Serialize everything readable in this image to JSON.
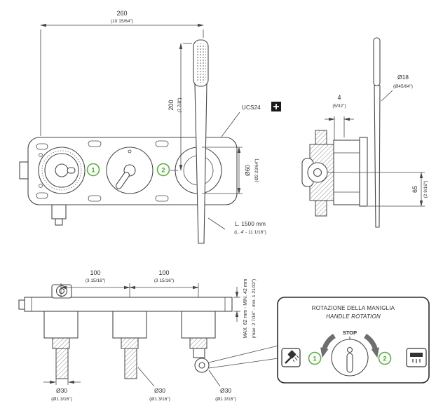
{
  "front_view": {
    "width_mm": "260",
    "width_in": "(10 15/64\")",
    "height_mm": "200",
    "height_in": "(7 7/8\")",
    "knob_diameter_mm": "Ø60",
    "knob_diameter_in": "(Ø2 23/64\")",
    "model_label": "UCS24",
    "hose_length": "L. 1500 mm",
    "hose_length_in": "(L. 4' - 11 1/16\")",
    "callout_1": "1",
    "callout_2": "2"
  },
  "side_view": {
    "gap_mm": "4",
    "gap_in": "(5/32\")",
    "wand_diameter_mm": "Ø18",
    "wand_diameter_in": "(Ø45/64\")",
    "offset_mm": "65",
    "offset_in": "(2 9/16\")"
  },
  "bottom_view": {
    "spacing_left_mm": "100",
    "spacing_left_in": "(3 15/16\")",
    "spacing_right_mm": "100",
    "spacing_right_in": "(3 15/16\")",
    "depth_range_mm": "MAX. 62 mm - MIN. 42 mm",
    "depth_range_in": "(max. 2 7/16\" - min. 1 21/32\")",
    "hole_1_mm": "Ø30",
    "hole_1_in": "(Ø1 3/16\")",
    "hole_2_mm": "Ø30",
    "hole_2_in": "(Ø1 3/16\")",
    "hole_3_mm": "Ø30",
    "hole_3_in": "(Ø1 3/16\")"
  },
  "rotation_box": {
    "title_it": "ROTAZIONE DELLA MANIGLIA",
    "title_en": "HANDLE ROTATION",
    "stop_label": "STOP",
    "callout_1": "1",
    "callout_2": "2"
  },
  "icons": {
    "ucs24_badge": "plus-icon",
    "program_1": "handshower-icon",
    "program_2": "tub-spout-icon"
  },
  "colors": {
    "line": "#474747",
    "accent_green": "#5fae4a",
    "arrow_gray": "#6e6e6e",
    "badge_black": "#1a1a1a"
  }
}
